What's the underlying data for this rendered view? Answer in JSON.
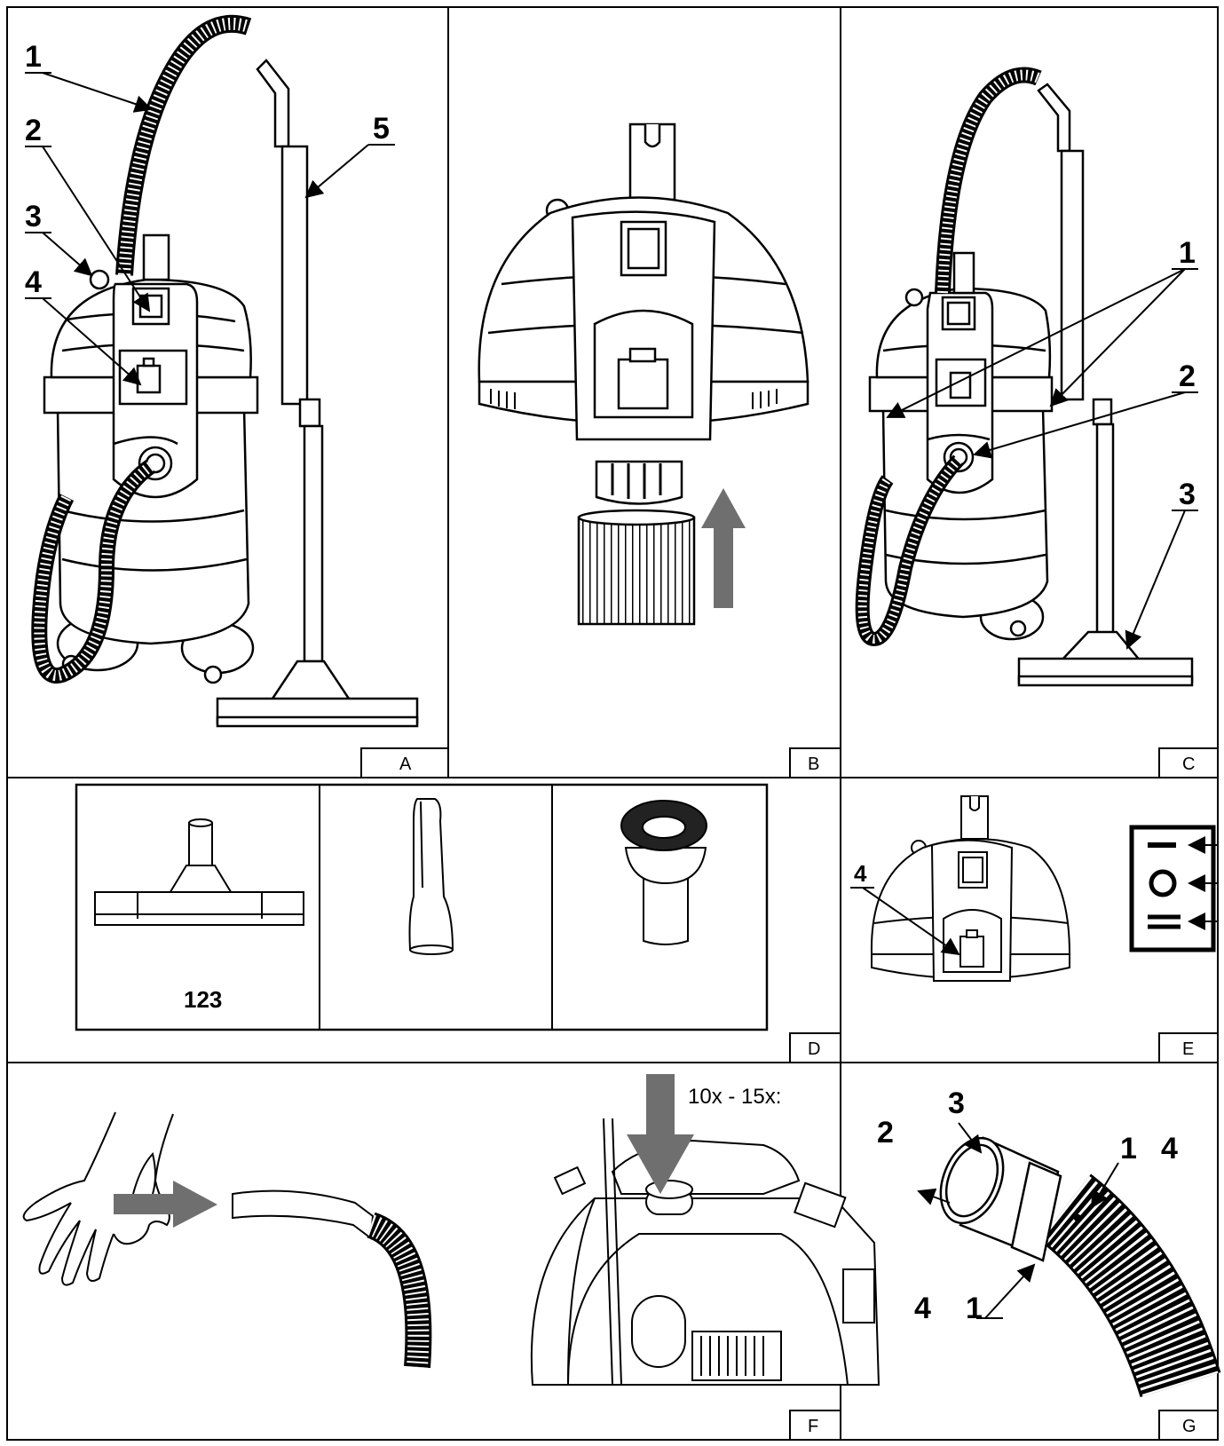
{
  "panels": {
    "A": {
      "letter": "A",
      "callouts": [
        "1",
        "2",
        "3",
        "4",
        "5"
      ]
    },
    "B": {
      "letter": "B"
    },
    "C": {
      "letter": "C",
      "callouts": [
        "1",
        "2",
        "3"
      ]
    },
    "D": {
      "letter": "D",
      "accessory_number": "123"
    },
    "E": {
      "letter": "E",
      "callouts": [
        "4"
      ]
    },
    "F": {
      "letter": "F",
      "instruction": "10x - 15x:"
    },
    "G": {
      "letter": "G",
      "callouts": [
        "3",
        "2",
        "1",
        "4",
        "4",
        "1"
      ]
    }
  },
  "icons": [
    "vacuum-cleaner",
    "filter",
    "floor-nozzle",
    "crevice-nozzle",
    "brush-nozzle",
    "power-switch",
    "hand",
    "hose",
    "arrow"
  ],
  "colors": {
    "line": "#000000",
    "arrow_fill": "#6f6f6f",
    "background": "#ffffff"
  }
}
